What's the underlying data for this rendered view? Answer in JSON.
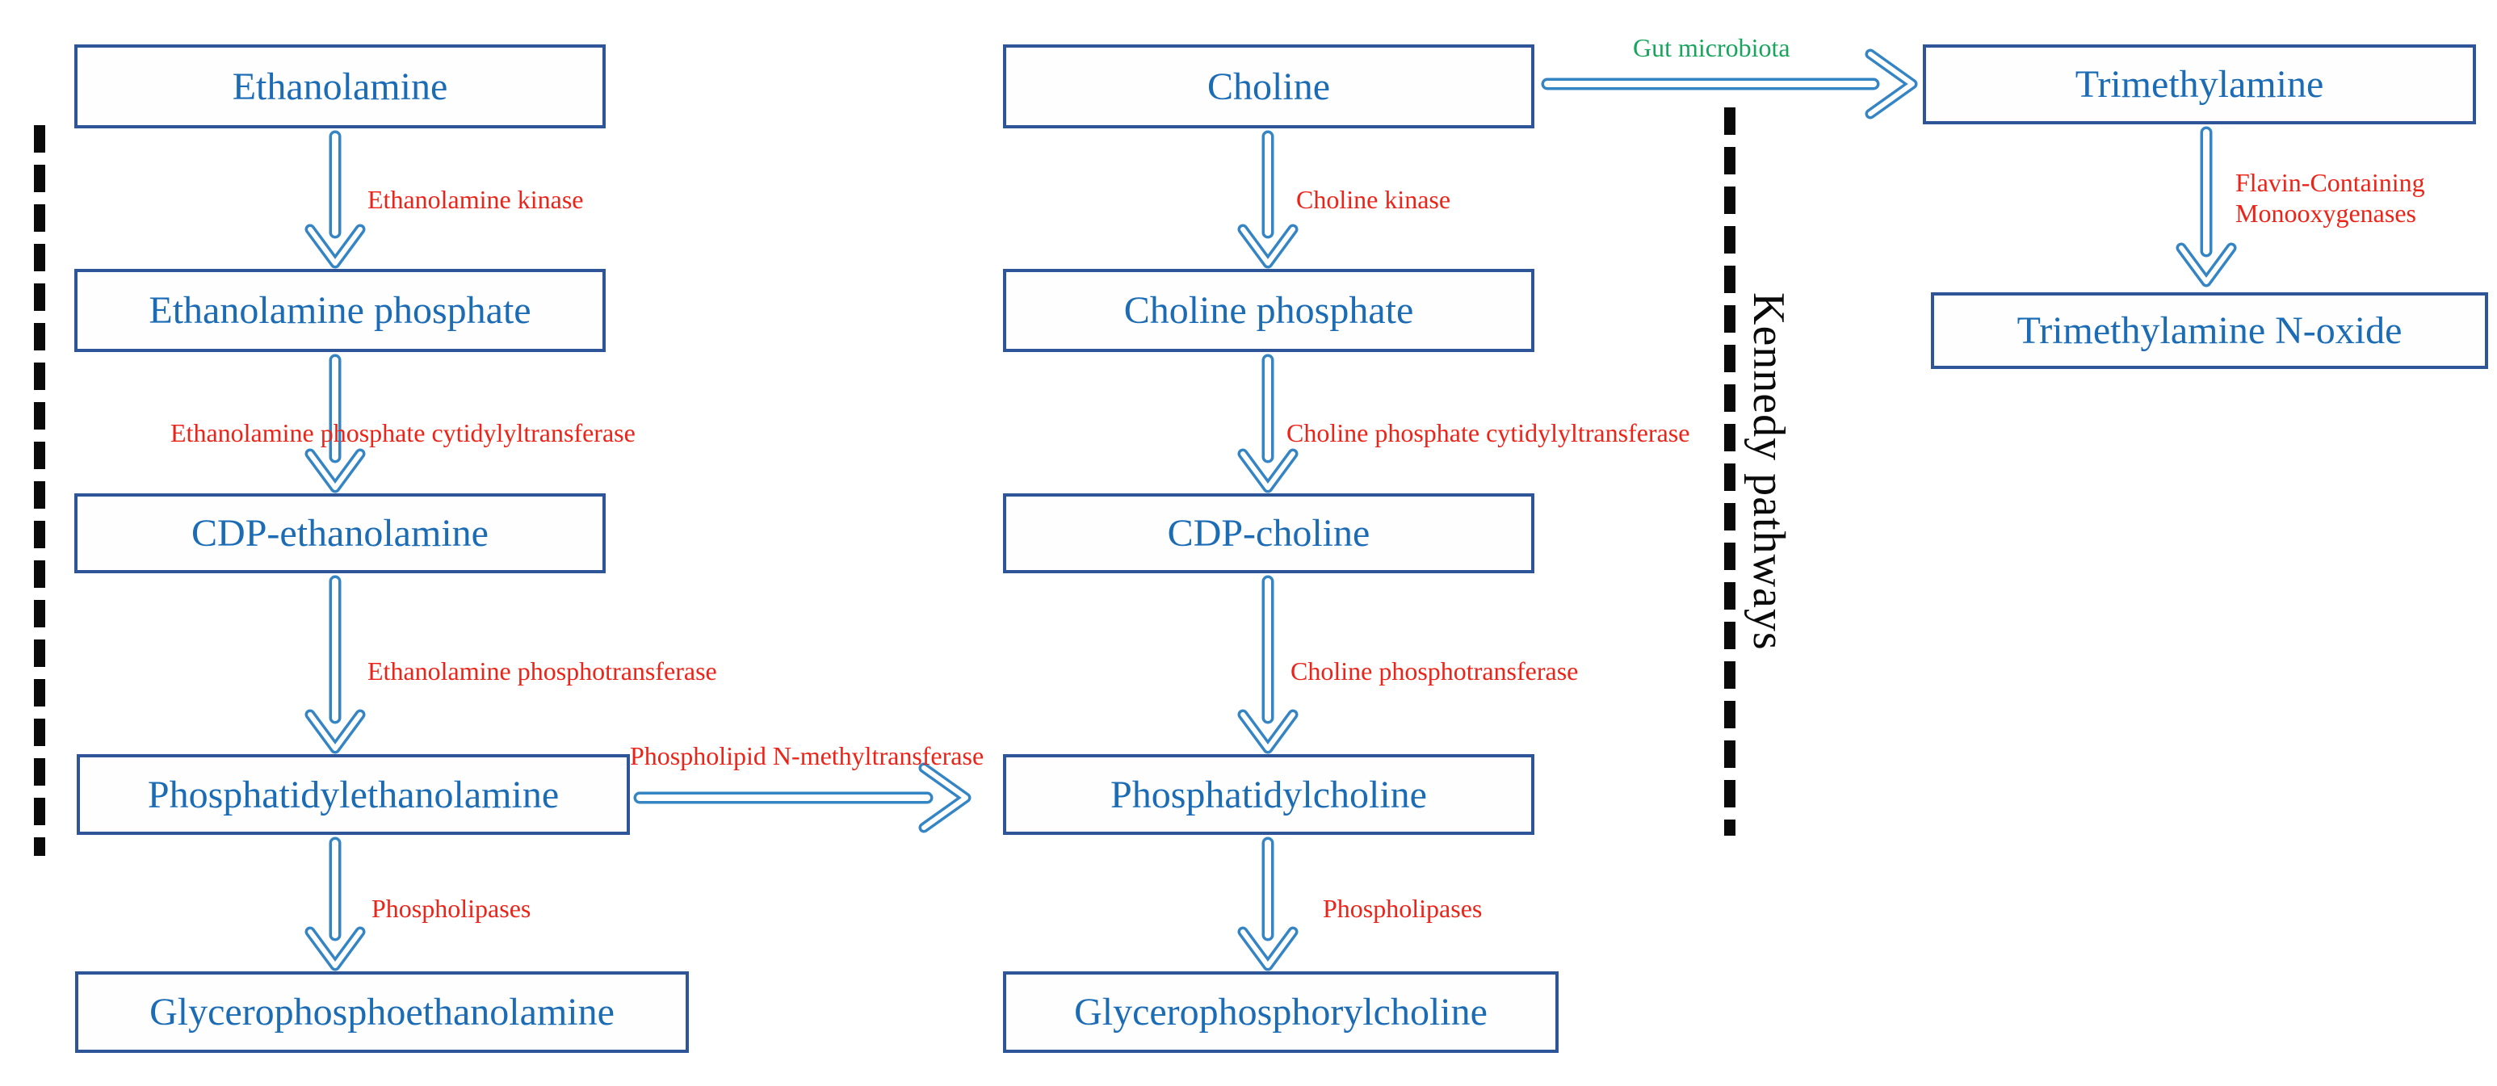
{
  "figure": {
    "side_label": "Kennedy pathways",
    "ethanolamine_pathway": {
      "nodes": [
        "Ethanolamine",
        "Ethanolamine phosphate",
        "CDP-ethanolamine",
        "Phosphatidylethanolamine",
        "Glycerophosphoethanolamine"
      ],
      "enzymes": [
        "Ethanolamine kinase",
        "Ethanolamine phosphate cytidylyltransferase",
        "Ethanolamine phosphotransferase",
        "Phospholipases"
      ]
    },
    "choline_pathway": {
      "nodes": [
        "Choline",
        "Choline phosphate",
        "CDP-choline",
        "Phosphatidylcholine",
        "Glycerophosphorylcholine"
      ],
      "enzymes": [
        "Choline kinase",
        "Choline phosphate cytidylyltransferase",
        "Choline phosphotransferase",
        "Phospholipases"
      ]
    },
    "trimethylamine_pathway": {
      "nodes": [
        "Trimethylamine",
        "Trimethylamine N-oxide"
      ],
      "enzyme_lines": [
        "Flavin-Containing",
        "Monooxygenases"
      ]
    },
    "cross_links": {
      "pe_to_pc_enzyme": "Phospholipid N-methyltransferase",
      "choline_to_tma_label": "Gut microbiota"
    },
    "colors": {
      "node_border": "#2e5597",
      "node_text": "#1b6cb5",
      "arrow": "#3585c5",
      "enzyme_text": "#ec2318",
      "microbiota_text": "#18a45c",
      "side_label_text": "#0a0a0a"
    }
  }
}
